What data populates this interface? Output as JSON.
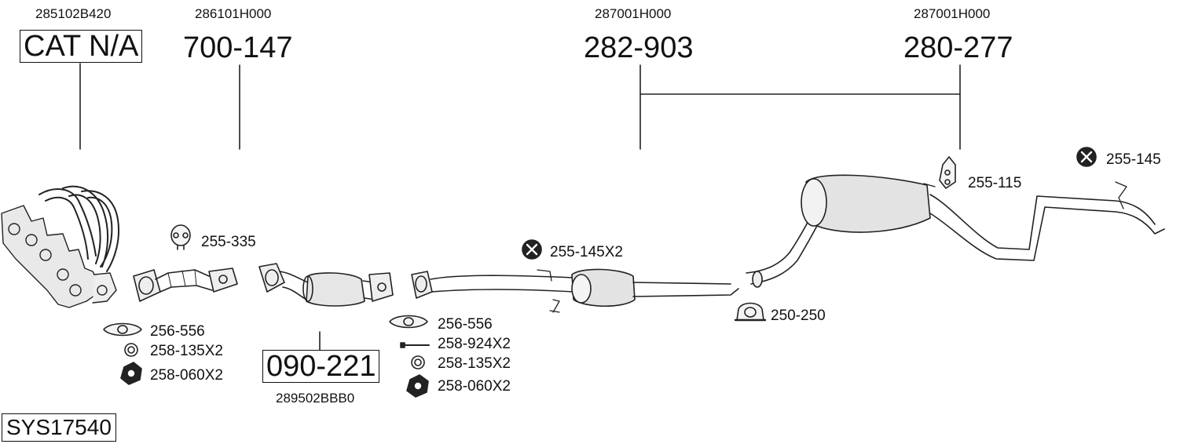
{
  "system_code": "SYS17540",
  "parts": [
    {
      "oem": "285102B420",
      "number": "CAT N/A",
      "boxed": true
    },
    {
      "oem": "286101H000",
      "number": "700-147",
      "boxed": false
    },
    {
      "oem": "287001H000",
      "number": "282-903",
      "boxed": false
    },
    {
      "oem": "287001H000",
      "number": "280-277",
      "boxed": false
    },
    {
      "oem": "289502BBB0",
      "number": "090-221",
      "boxed": true
    }
  ],
  "fittings": [
    {
      "label": "255-335",
      "icon": "rubber-hanger-icon"
    },
    {
      "label": "255-145X2",
      "icon": "round-rubber-mount-icon"
    },
    {
      "label": "255-115",
      "icon": "rubber-hanger-icon"
    },
    {
      "label": "255-145",
      "icon": "round-rubber-mount-icon"
    },
    {
      "label": "250-250",
      "icon": "pipe-clamp-icon"
    },
    {
      "label": "256-556",
      "icon": "flange-gasket-icon"
    },
    {
      "label": "258-135X2",
      "icon": "ring-washer-icon"
    },
    {
      "label": "258-060X2",
      "icon": "hex-nut-icon"
    },
    {
      "label": "256-556",
      "icon": "flange-gasket-icon"
    },
    {
      "label": "258-924X2",
      "icon": "bolt-icon"
    },
    {
      "label": "258-135X2",
      "icon": "ring-washer-icon"
    },
    {
      "label": "258-060X2",
      "icon": "hex-nut-icon"
    }
  ]
}
